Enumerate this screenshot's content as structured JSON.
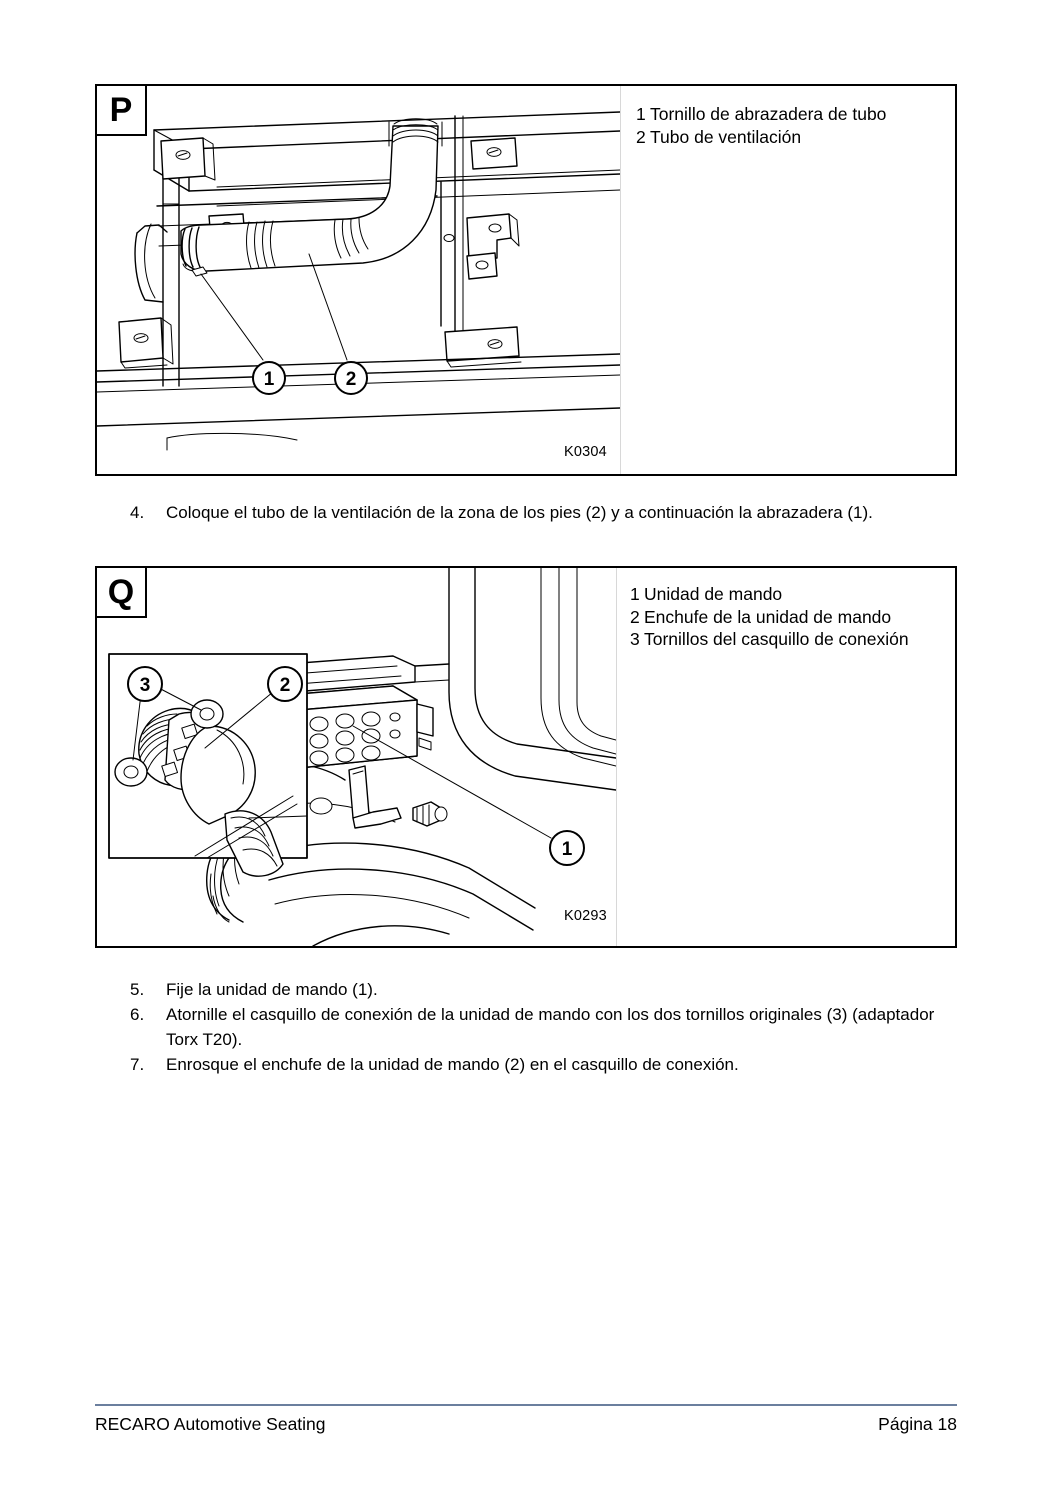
{
  "document": {
    "language": "es"
  },
  "figures": [
    {
      "badge": "P",
      "code": "K0304",
      "illustration": "ventilation-tube-and-hose-clamp",
      "legend": [
        {
          "num": "1",
          "text": "Tornillo de abrazadera de tubo"
        },
        {
          "num": "2",
          "text": "Tubo de ventilación"
        }
      ],
      "callouts": [
        "1",
        "2"
      ]
    },
    {
      "badge": "Q",
      "code": "K0293",
      "illustration": "control-unit-and-connector-socket",
      "legend": [
        {
          "num": "1",
          "text": "Unidad de mando"
        },
        {
          "num": "2",
          "text": "Enchufe de la unidad de mando"
        },
        {
          "num": "3",
          "text": "Tornillos del casquillo de conexión"
        }
      ],
      "callouts": [
        "1",
        "2",
        "3"
      ]
    }
  ],
  "steps_first": [
    {
      "num": "4.",
      "text": "Coloque el tubo de la ventilación de la zona de los pies (2) y a continuación la abrazadera (1)."
    }
  ],
  "steps_second": [
    {
      "num": "5.",
      "text": "Fije la unidad de mando (1)."
    },
    {
      "num": "6.",
      "text": "Atornille el casquillo de conexión de la unidad de mando con los dos tornillos originales (3) (adaptador Torx T20)."
    },
    {
      "num": "7.",
      "text": "Enrosque el enchufe de la unidad de mando (2) en el casquillo de conexión."
    }
  ],
  "footer": {
    "left": "RECARO Automotive Seating",
    "right": "Página 18",
    "rule_color": "#6b7f9e"
  }
}
